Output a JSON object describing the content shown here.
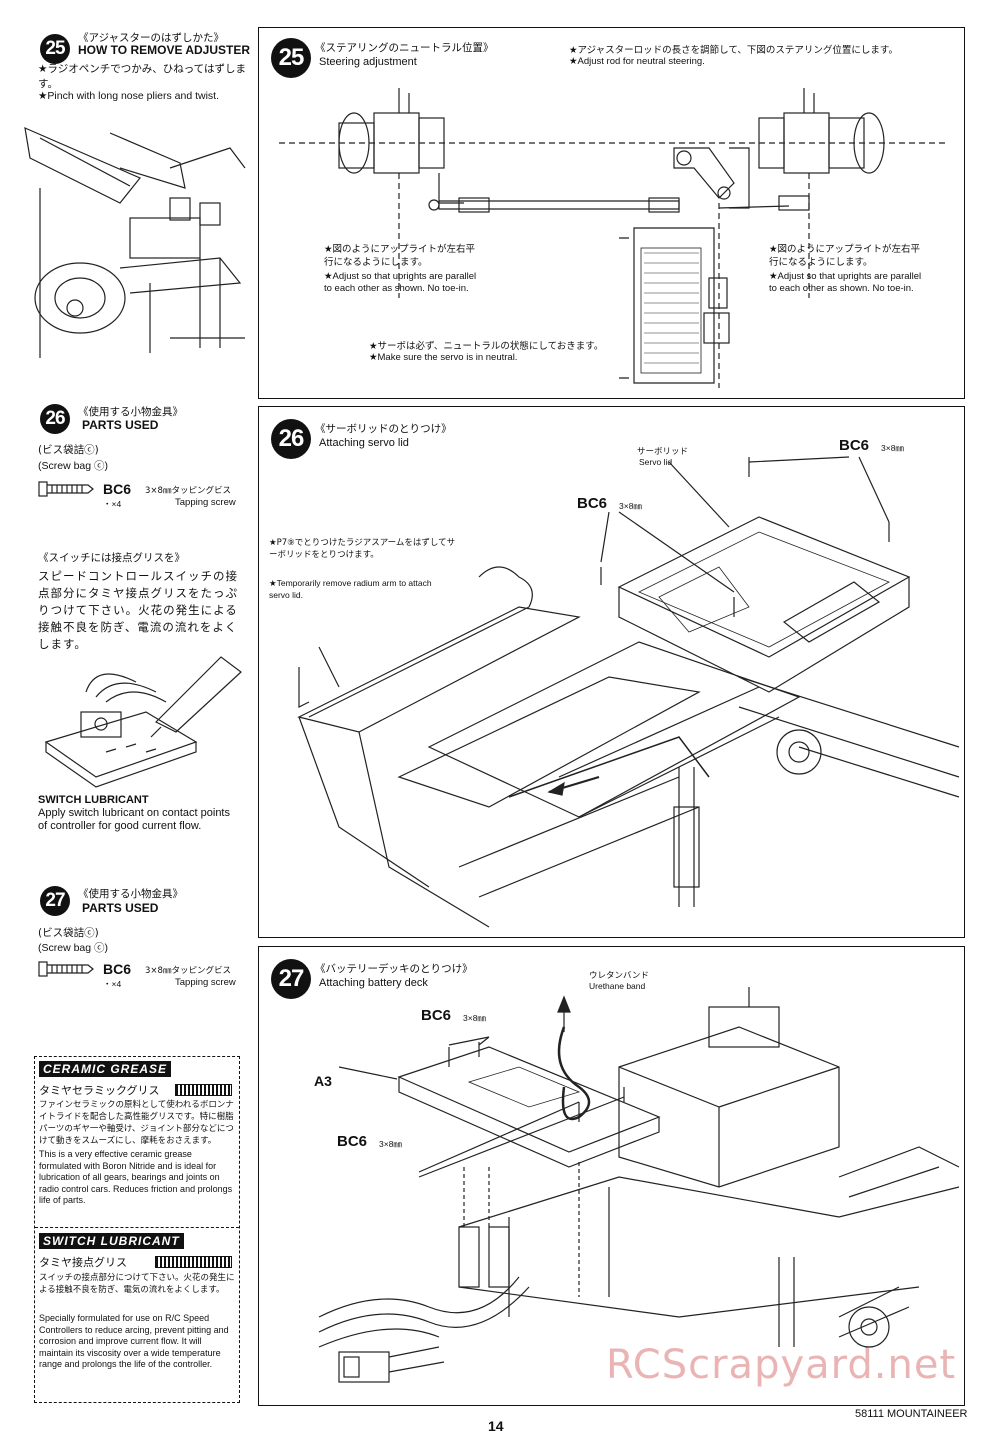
{
  "left": {
    "s25": {
      "num": "25",
      "title_jp": "《アジャスターのはずしかた》",
      "title_en": "HOW TO REMOVE ADJUSTER",
      "note_jp": "★ラジオペンチでつかみ、ひねってはずします。",
      "note_en": "★Pinch with long nose pliers and twist."
    },
    "s26": {
      "num": "26",
      "title_jp": "《使用する小物金具》",
      "title_en": "PARTS USED",
      "bag_jp": "(ビス袋詰ⓒ)",
      "bag_en": "(Screw bag ⓒ)",
      "part_code": "BC6",
      "part_size_jp": "3×8㎜タッピングビス",
      "part_qty": "・×4",
      "part_name_en": "Tapping screw"
    },
    "switch": {
      "title_jp": "《スイッチには接点グリスを》",
      "body_jp": "スピードコントロールスイッチの接点部分にタミヤ接点グリスをたっぷりつけて下さい。火花の発生による接触不良を防ぎ、電流の流れをよくします。",
      "title_en": "SWITCH LUBRICANT",
      "body_en": "Apply switch lubricant on contact points of controller for good current flow."
    },
    "s27": {
      "num": "27",
      "title_jp": "《使用する小物金具》",
      "title_en": "PARTS USED",
      "bag_jp": "(ビス袋詰ⓒ)",
      "bag_en": "(Screw bag ⓒ)",
      "part_code": "BC6",
      "part_size_jp": "3×8㎜タッピングビス",
      "part_qty": "・×4",
      "part_name_en": "Tapping screw"
    },
    "ceramic": {
      "label": "CERAMIC GREASE",
      "name_jp": "タミヤセラミックグリス",
      "body_jp": "ファインセラミックの原料として使われるボロンナイトライドを配合した高性能グリスです。特に樹脂パーツのギヤ一や軸受け、ジョイント部分などにつけて動きをスムーズにし、摩耗をおさえます。",
      "body_en": "This is a very effective ceramic grease formulated with Boron Nitride and is ideal for lubrication of all gears, bearings and joints on radio control cars. Reduces friction and prolongs life of parts."
    },
    "switchlube": {
      "label": "SWITCH LUBRICANT",
      "name_jp": "タミヤ接点グリス",
      "body_jp": "スイッチの接点部分につけて下さい。火花の発生による接触不良を防ぎ、電気の流れをよくします。",
      "body_en": "Specially formulated for use on R/C Speed Controllers to reduce arcing, prevent pitting and corrosion and improve current flow. It will maintain its viscosity over a wide temperature range and prolongs the life of the controller."
    }
  },
  "panel25": {
    "num": "25",
    "title_jp": "《ステアリングのニュートラル位置》",
    "title_en": "Steering adjustment",
    "top_note_jp": "★アジャスターロッドの長さを調節して、下図のステアリング位置にします。",
    "top_note_en": "★Adjust rod for neutral steering.",
    "left_note_jp": "★図のようにアップライトが左右平行になるようにします。",
    "left_note_en": "★Adjust so that uprights are parallel to each other as shown. No toe-in.",
    "right_note_jp": "★図のようにアップライトが左右平行になるようにします。",
    "right_note_en": "★Adjust so that uprights are parallel to each other as shown. No toe-in.",
    "servo_note_jp": "★サーボは必ず、ニュートラルの状態にしておきます。",
    "servo_note_en": "★Make sure the servo is in neutral."
  },
  "panel26": {
    "num": "26",
    "title_jp": "《サーボリッドのとりつけ》",
    "title_en": "Attaching servo lid",
    "lid_jp": "サーボリッド",
    "lid_en": "Servo lid",
    "bc6_a": "BC6",
    "bc6_a_size": "3×8㎜",
    "bc6_b": "BC6",
    "bc6_b_size": "3×8㎜",
    "note_jp": "★P7⑨でとりつけたラジアスアームをはずしてサーボリッドをとりつけます。",
    "note_en": "★Temporarily remove radium arm to attach servo lid."
  },
  "panel27": {
    "num": "27",
    "title_jp": "《バッテリーデッキのとりつけ》",
    "title_en": "Attaching battery deck",
    "band_jp": "ウレタンバンド",
    "band_en": "Urethane band",
    "bc6_a": "BC6",
    "bc6_a_size": "3×8㎜",
    "bc6_b": "BC6",
    "bc6_b_size": "3×8㎜",
    "a3": "A3"
  },
  "footer": {
    "page": "14",
    "model": "58111 MOUNTAINEER",
    "watermark": "RCScrapyard.net"
  }
}
